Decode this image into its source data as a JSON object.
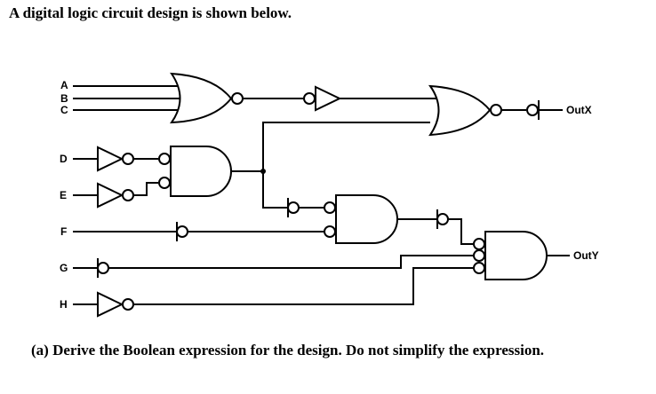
{
  "heading": "A digital logic circuit design is shown below.",
  "question": "(a) Derive the Boolean expression for the design. Do not simplify the expression.",
  "circuit": {
    "inputs": [
      "A",
      "B",
      "C",
      "D",
      "E",
      "F",
      "G",
      "H"
    ],
    "outputs": [
      "OutX",
      "OutY"
    ],
    "gates": [
      {
        "id": "nor1",
        "type": "NOR",
        "inputs": [
          "A",
          "B",
          "C"
        ]
      },
      {
        "id": "inv_d",
        "type": "NOT",
        "inputs": [
          "D"
        ]
      },
      {
        "id": "inv_e",
        "type": "NOT",
        "inputs": [
          "E"
        ]
      },
      {
        "id": "and1",
        "type": "AND",
        "inputs": [
          "inv_d",
          "inv_e"
        ],
        "inverted_inputs": [
          true,
          true
        ]
      },
      {
        "id": "buf1",
        "type": "BUFFER",
        "inputs": [
          "nor1"
        ],
        "inverted_inputs": [
          true
        ]
      },
      {
        "id": "nor2",
        "type": "NOR",
        "inputs": [
          "buf1",
          "and1"
        ]
      },
      {
        "id": "bubble_outx",
        "type": "NOT",
        "inputs": [
          "nor2"
        ],
        "style": "bubble"
      },
      {
        "id": "bubble_and1",
        "type": "NOT",
        "inputs": [
          "and1"
        ],
        "style": "bubble"
      },
      {
        "id": "bubble_f",
        "type": "NOT",
        "inputs": [
          "F"
        ],
        "style": "bubble"
      },
      {
        "id": "and2",
        "type": "AND",
        "inputs": [
          "bubble_and1",
          "bubble_f"
        ],
        "inverted_inputs": [
          true,
          true
        ]
      },
      {
        "id": "bubble_and2",
        "type": "NOT",
        "inputs": [
          "and2"
        ],
        "style": "bubble"
      },
      {
        "id": "bubble_g",
        "type": "NOT",
        "inputs": [
          "G"
        ],
        "style": "bubble"
      },
      {
        "id": "inv_h",
        "type": "NOT",
        "inputs": [
          "H"
        ]
      },
      {
        "id": "and3",
        "type": "AND",
        "inputs": [
          "bubble_and2",
          "bubble_g",
          "inv_h"
        ],
        "inverted_inputs": [
          true,
          true,
          true
        ]
      }
    ]
  }
}
